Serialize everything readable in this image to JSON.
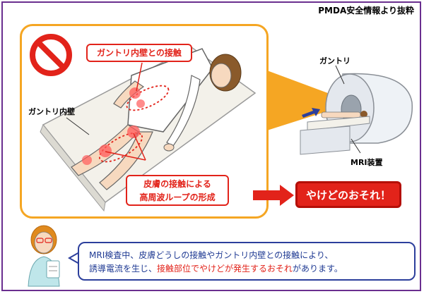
{
  "source_note": "PMDA安全情報より抜粋",
  "labels": {
    "gantry_inner_wall": "ガントリ内壁",
    "gantry": "ガントリ",
    "mri_device": "MRI装置"
  },
  "callouts": {
    "contact_wall": "ガントリ内壁との接触",
    "loop_line1": "皮膚の接触による",
    "loop_line2": "高周波ループの形成"
  },
  "warning": "やけどのおそれ！",
  "note": {
    "line1": "MRI検査中、皮膚どうしの接触やガントリ内壁との接触により、",
    "line2_a": "誘導電流を生じ、",
    "line2_b": "接触部位でやけどが発生するおそれ",
    "line2_c": "があります。"
  },
  "colors": {
    "frame": "#6a2f8f",
    "scene_border": "#f5a623",
    "alert_red": "#e2231a",
    "note_blue": "#2c3f9c"
  }
}
